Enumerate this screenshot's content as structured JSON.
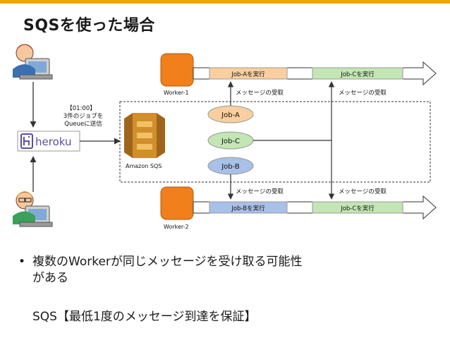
{
  "title": "SQSを使った場合",
  "diagram": {
    "heroku_label": "heroku",
    "sender_note": [
      "【01:00】",
      "3件のジョブを",
      "Queueに送信"
    ],
    "sqs_label": "Amazon SQS",
    "worker1_label": "Worker-1",
    "worker2_label": "Worker-2",
    "messages": [
      "Job-A",
      "Job-C",
      "Job-B"
    ],
    "worker1_tasks": [
      "Job-Aを実行",
      "Job-Cを実行"
    ],
    "worker2_tasks": [
      "Job-Bを実行",
      "Job-Cを実行"
    ],
    "receive_label": "メッセージの受取",
    "colors": {
      "job_a": "#f9cf9f",
      "job_b": "#a9c0e8",
      "job_c": "#c3e6b4",
      "worker": "#f07f1c",
      "sqs": "#d08f2c",
      "heroku": "#5a4fa0"
    }
  },
  "bullets": {
    "main_line1": "複数のWorkerが同じメッセージを受け取る可能性",
    "main_line2": "がある",
    "note": "SQS【最低1度のメッセージ到達を保証】"
  }
}
